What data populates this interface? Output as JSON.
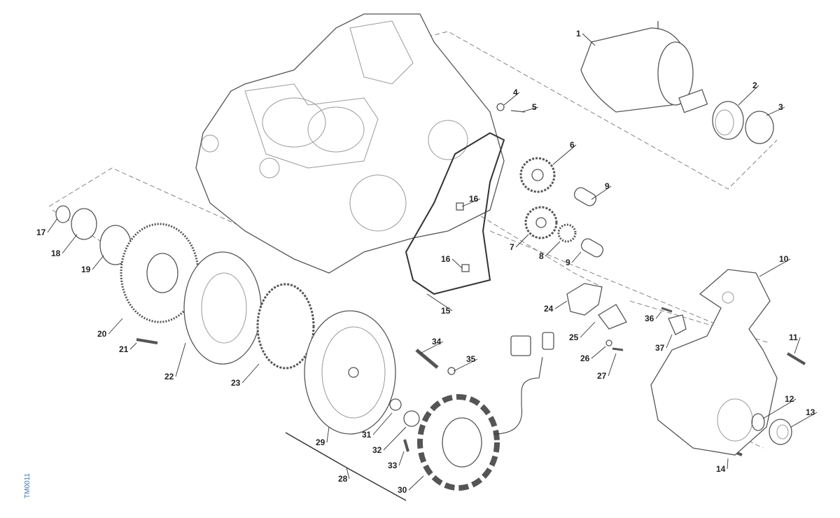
{
  "drawing_code": "TM0011",
  "part_labels": [
    "1",
    "2",
    "3",
    "4",
    "5",
    "6",
    "7",
    "8",
    "9",
    "9",
    "10",
    "11",
    "12",
    "13",
    "14",
    "15",
    "16",
    "16",
    "17",
    "18",
    "19",
    "20",
    "21",
    "22",
    "23",
    "24",
    "25",
    "26",
    "27",
    "28",
    "29",
    "30",
    "31",
    "32",
    "33",
    "34",
    "35",
    "36",
    "37"
  ]
}
